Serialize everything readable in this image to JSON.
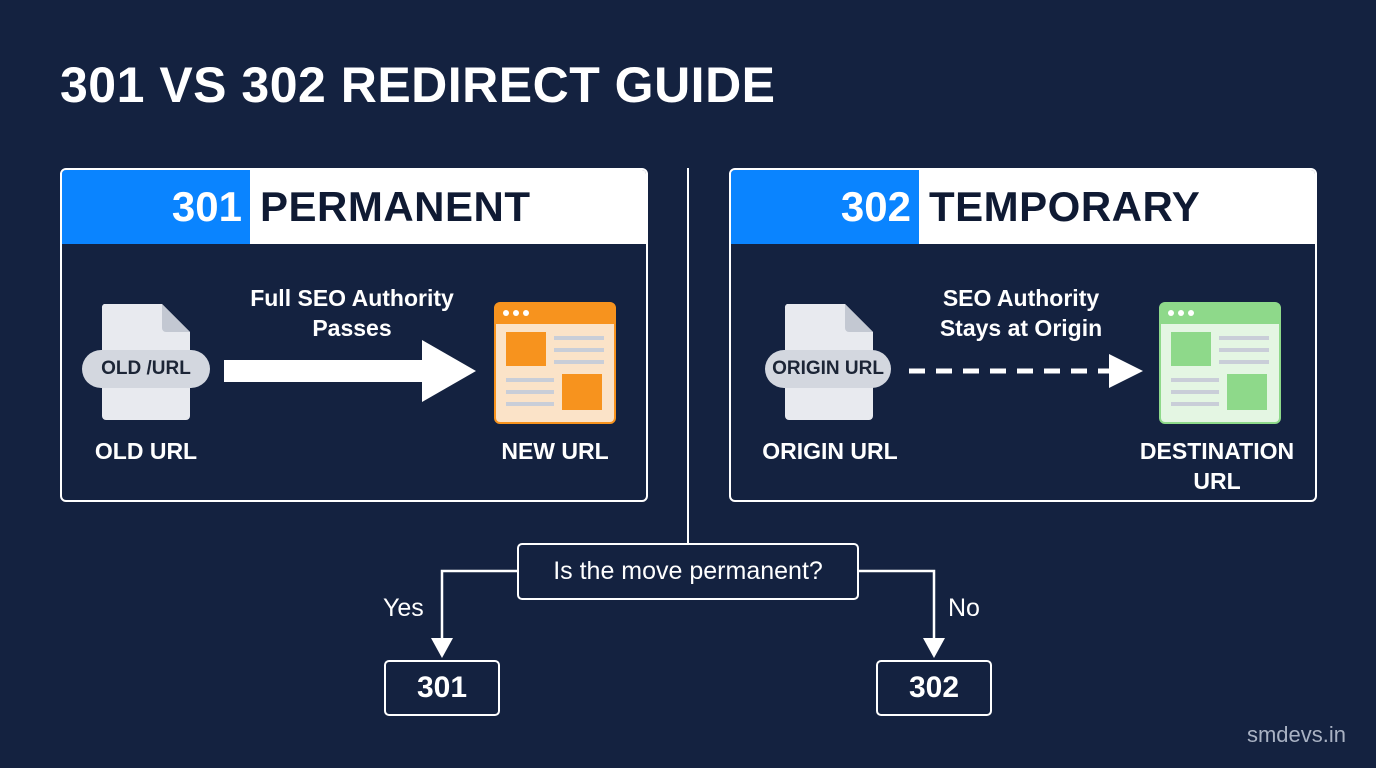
{
  "title": "301 VS 302 REDIRECT GUIDE",
  "panels": {
    "permanent": {
      "code": "301",
      "type": "PERMANENT",
      "source_pill": "OLD /URL",
      "source_label": "OLD URL",
      "flow_text_line1": "Full SEO Authority",
      "flow_text_line2": "Passes",
      "target_label": "NEW URL",
      "arrow_style": "solid",
      "accent_color": "#f7931e"
    },
    "temporary": {
      "code": "302",
      "type": "TEMPORARY",
      "source_pill": "ORIGIN URL",
      "source_label": "ORIGIN URL",
      "flow_text_line1": "SEO Authority",
      "flow_text_line2": "Stays at Origin",
      "target_label_line1": "DESTINATION",
      "target_label_line2": "URL",
      "arrow_style": "dashed",
      "accent_color": "#8ed98a"
    }
  },
  "decision": {
    "question": "Is the move permanent?",
    "yes_label": "Yes",
    "no_label": "No",
    "yes_outcome": "301",
    "no_outcome": "302"
  },
  "watermark": "smdevs.in",
  "colors": {
    "background": "#142240",
    "header_accent": "#0a84ff",
    "header_bg": "#ffffff",
    "text": "#ffffff"
  }
}
